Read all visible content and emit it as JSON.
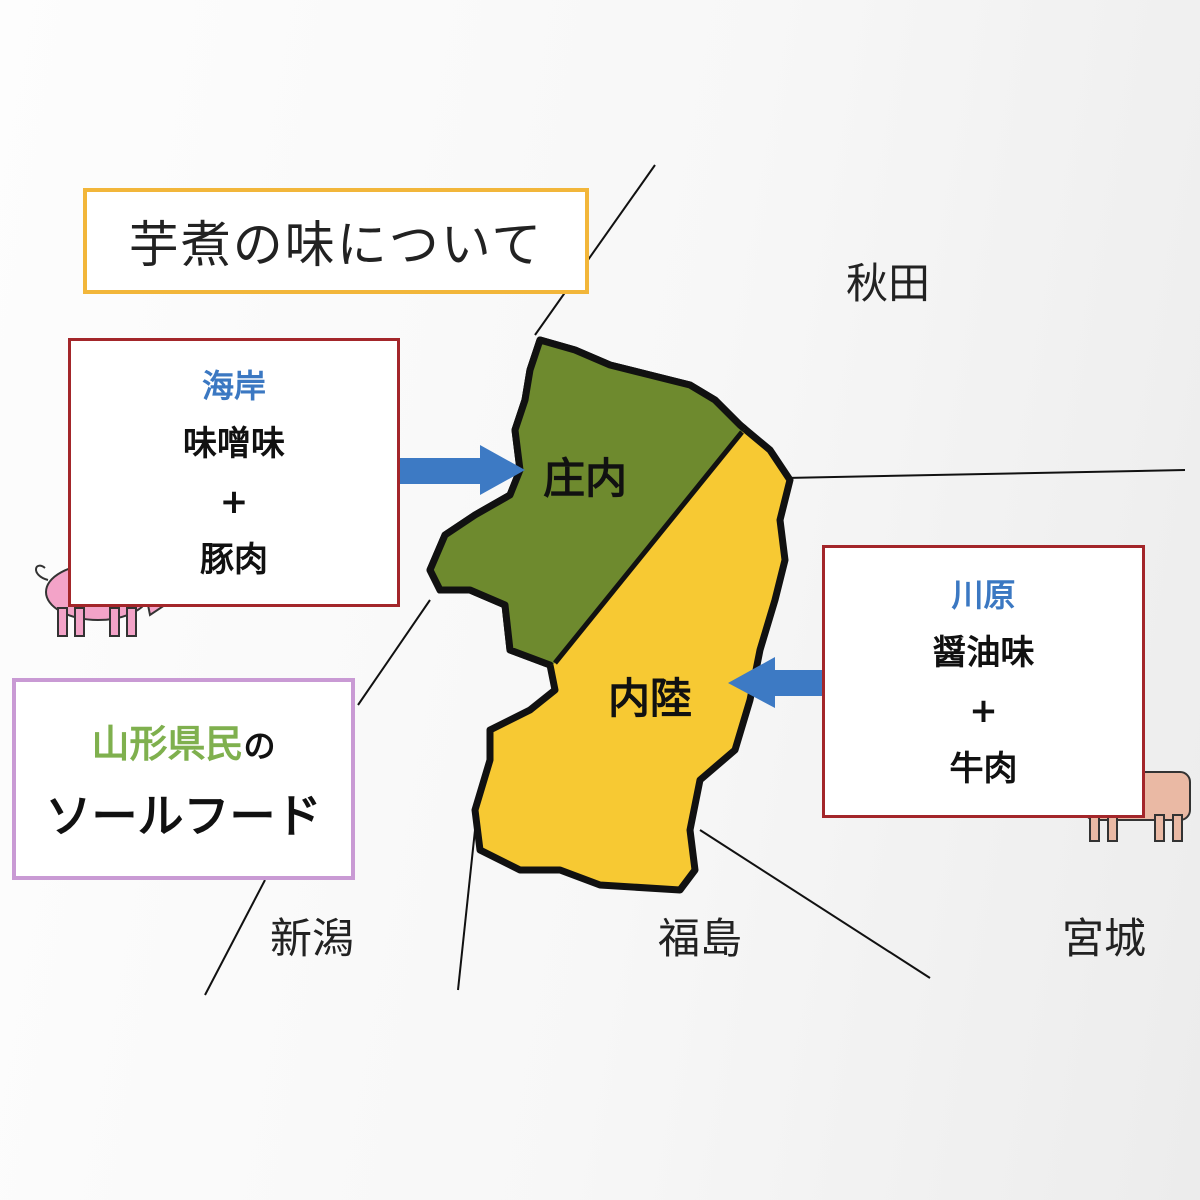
{
  "title": "芋煮の味について",
  "coast": {
    "heading": "海岸",
    "flavor": "味噌味",
    "plus": "+",
    "meat": "豚肉"
  },
  "river": {
    "heading": "川原",
    "flavor": "醤油味",
    "plus": "+",
    "meat": "牛肉"
  },
  "regions": {
    "shonai": "庄内",
    "inland": "内陸"
  },
  "soul_food": {
    "line1_main": "山形県民",
    "line1_particle": "の",
    "line2": "ソールフード"
  },
  "neighbors": {
    "akita": "秋田",
    "niigata": "新潟",
    "fukushima": "福島",
    "miyagi": "宮城"
  },
  "colors": {
    "shonai": "#6e8a2e",
    "inland": "#f7c933",
    "arrow": "#3d7ac4",
    "pig": "#f3a3c8",
    "cow": "#eab9a4"
  }
}
